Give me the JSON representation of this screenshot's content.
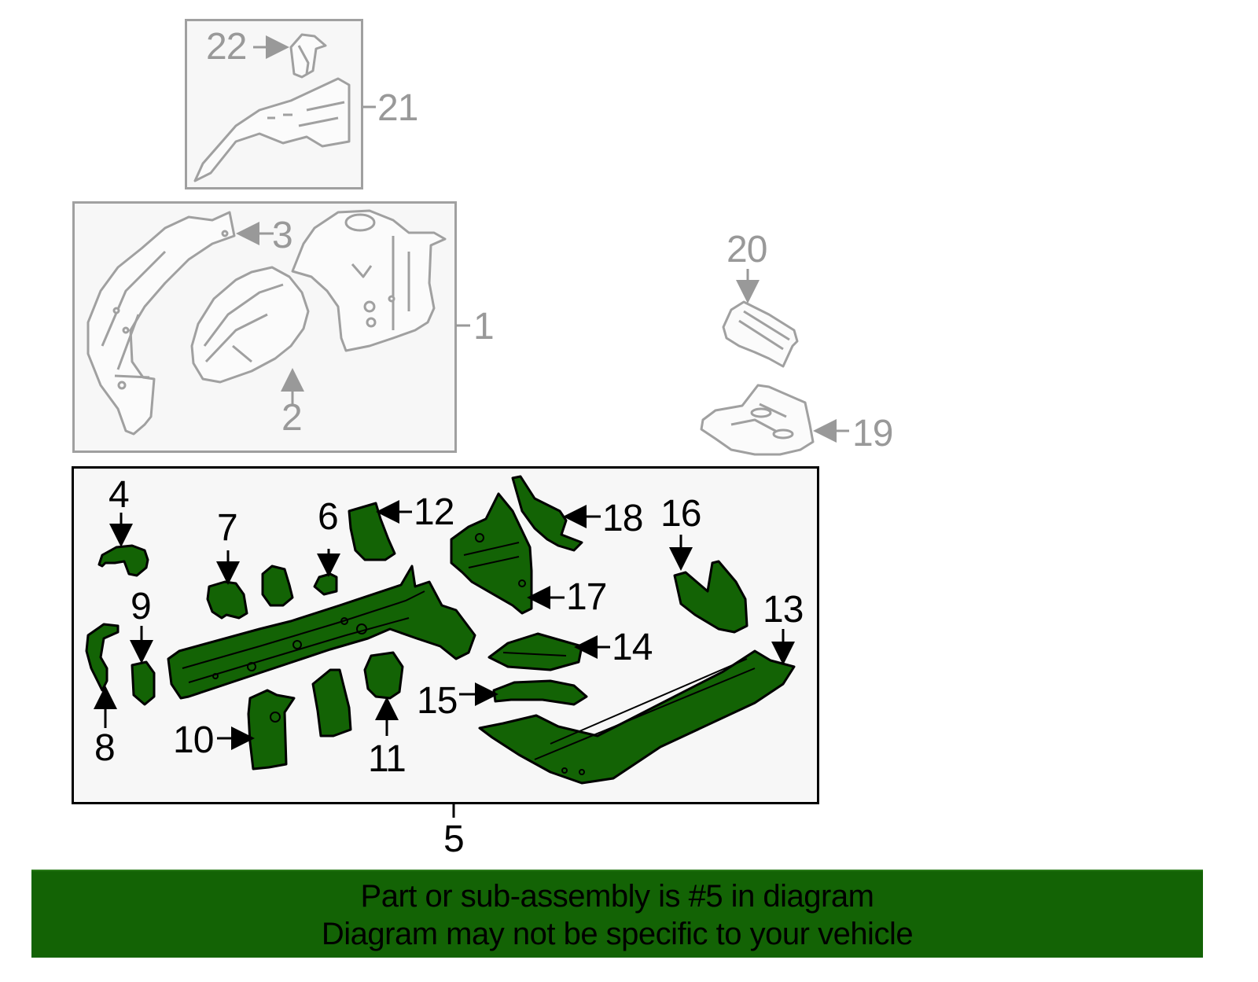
{
  "diagram": {
    "colors": {
      "assembly_fill": "#136305",
      "assembly_stroke": "#000000",
      "reference_stroke": "#a0a0a0",
      "reference_label": "#999999",
      "panel_background": "#f7f7f7",
      "banner_background": "#136305"
    },
    "groups": [
      {
        "id": "group-21",
        "label": "21",
        "style": "reference",
        "contains": [
          "22"
        ]
      },
      {
        "id": "group-1",
        "label": "1",
        "style": "reference",
        "contains": [
          "2",
          "3"
        ]
      },
      {
        "id": "group-5",
        "label": "5",
        "style": "highlighted",
        "contains": [
          "4",
          "6",
          "7",
          "8",
          "9",
          "10",
          "11",
          "12",
          "13",
          "14",
          "15",
          "16",
          "17",
          "18"
        ]
      }
    ],
    "callouts": {
      "c1": "1",
      "c2": "2",
      "c3": "3",
      "c4": "4",
      "c5": "5",
      "c5b": "15",
      "c6": "6",
      "c7": "7",
      "c8": "8",
      "c9": "9",
      "c10": "10",
      "c11": "11",
      "c12": "12",
      "c13": "13",
      "c14": "14",
      "c15": "15",
      "c16": "16",
      "c17": "17",
      "c18": "18",
      "c19": "19",
      "c20": "20",
      "c21": "21",
      "c22": "22"
    },
    "standalone_reference_parts": [
      "19",
      "20"
    ]
  },
  "banner": {
    "line1": "Part or sub-assembly is #5 in diagram",
    "line2": "Diagram may not be specific to your vehicle"
  }
}
